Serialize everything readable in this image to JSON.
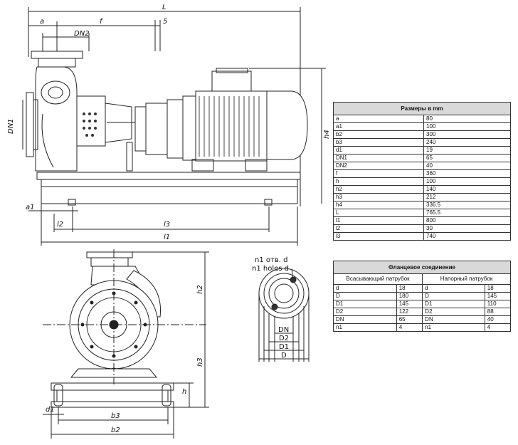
{
  "labels": {
    "L": "L",
    "a": "a",
    "f": "f",
    "s": "5",
    "dn2": "DN2",
    "dn1": "DN1",
    "h4": "h4",
    "a1": "a1",
    "l2": "l2",
    "l3": "l3",
    "l1": "l1",
    "h2": "h2",
    "h3": "h3",
    "h": "h",
    "d1": "d1",
    "b3": "b3",
    "b2": "b2",
    "n1_ru": "n1 отв. d",
    "n1_en": "n1 holes d",
    "DN": "DN",
    "D2": "D2",
    "D1": "D1",
    "D": "D"
  },
  "dimensions_table": {
    "title": "Размеры в mm",
    "rows": [
      {
        "key": "a",
        "value": "80"
      },
      {
        "key": "a1",
        "value": "100"
      },
      {
        "key": "b2",
        "value": "300"
      },
      {
        "key": "b3",
        "value": "240"
      },
      {
        "key": "d1",
        "value": "19"
      },
      {
        "key": "DN1",
        "value": "65"
      },
      {
        "key": "DN2",
        "value": "40"
      },
      {
        "key": "f",
        "value": "360"
      },
      {
        "key": "h",
        "value": "100"
      },
      {
        "key": "h2",
        "value": "140"
      },
      {
        "key": "h3",
        "value": "212"
      },
      {
        "key": "h4",
        "value": "336.5"
      },
      {
        "key": "L",
        "value": "765.5"
      },
      {
        "key": "l1",
        "value": "800"
      },
      {
        "key": "l2",
        "value": "30"
      },
      {
        "key": "l3",
        "value": "740"
      }
    ]
  },
  "flange_table": {
    "title": "Фланцевое соединение",
    "suction_header": "Всасывающий патрубок",
    "discharge_header": "Напорный патрубок",
    "rows": [
      {
        "sk": "d",
        "sv": "18",
        "dk": "d",
        "dv": "18"
      },
      {
        "sk": "D",
        "sv": "180",
        "dk": "D",
        "dv": "145"
      },
      {
        "sk": "D1",
        "sv": "145",
        "dk": "D1",
        "dv": "110"
      },
      {
        "sk": "D2",
        "sv": "122",
        "dk": "D2",
        "dv": "88"
      },
      {
        "sk": "DN",
        "sv": "65",
        "dk": "DN",
        "dv": "40"
      },
      {
        "sk": "n1",
        "sv": "4",
        "dk": "n1",
        "dv": "4"
      }
    ]
  }
}
